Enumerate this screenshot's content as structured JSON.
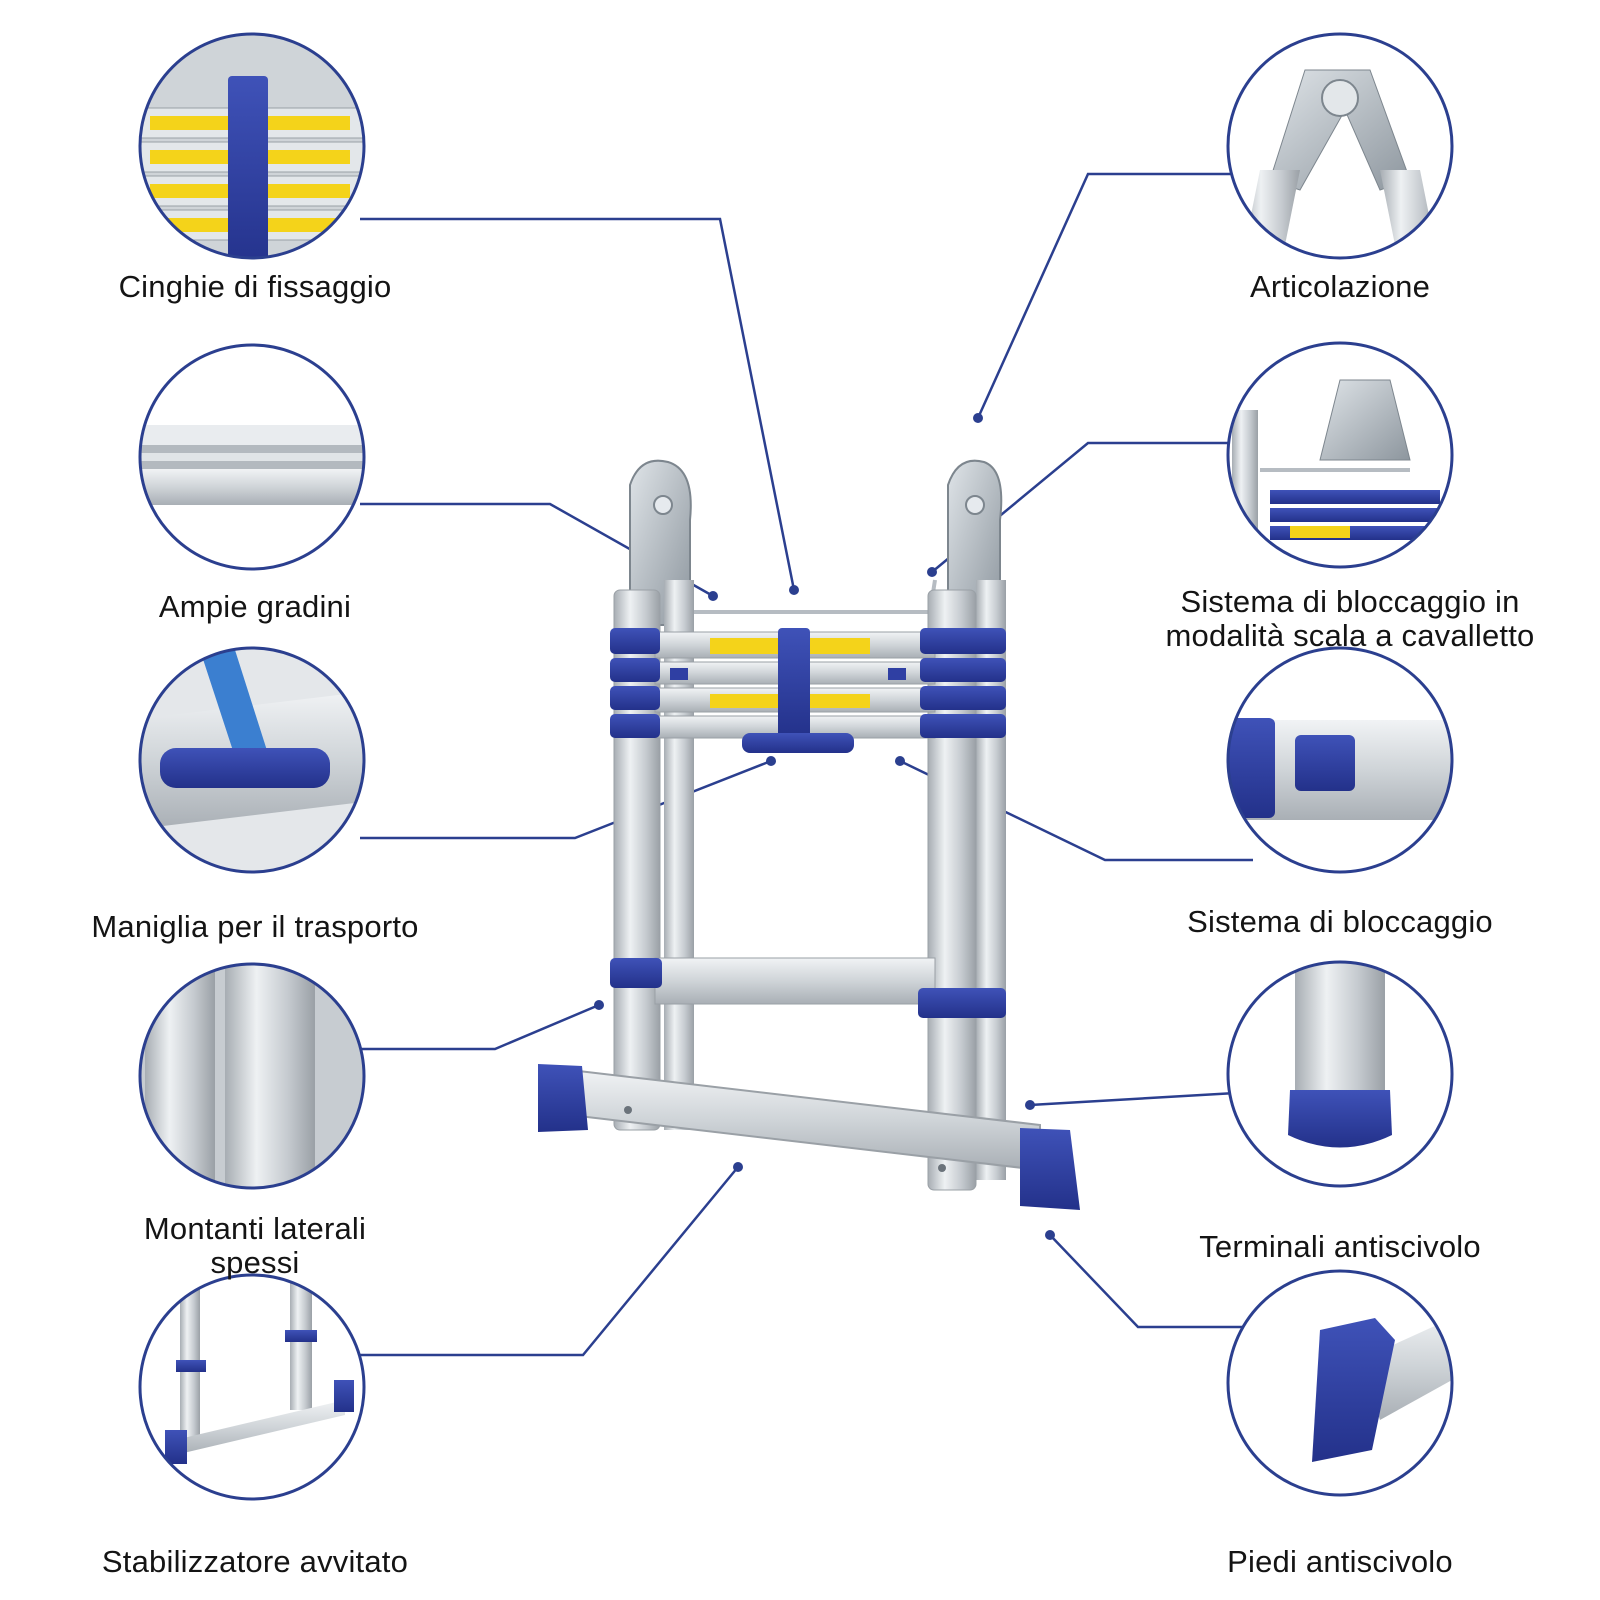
{
  "colors": {
    "accent": "#2b3f8f",
    "part_blue": "#2f3fa3",
    "aluminium": "#c9ced3",
    "warning_yellow": "#f4d31a"
  },
  "diagram": {
    "center_object": "telescopic-step-ladder",
    "callouts": [
      {
        "id": "cinghie",
        "label": "Cinghie di fissaggio",
        "icon": "strap-detail"
      },
      {
        "id": "gradini",
        "label": "Ampie gradini",
        "icon": "step-profile"
      },
      {
        "id": "maniglia",
        "label": "Maniglia per il trasporto",
        "icon": "handle-detail"
      },
      {
        "id": "montanti",
        "label": "Montanti laterali spessi",
        "icon": "tube-detail"
      },
      {
        "id": "stabil",
        "label": "Stabilizzatore avvitato",
        "icon": "stabilizer-detail"
      },
      {
        "id": "artic",
        "label": "Articolazione",
        "icon": "hinge-detail"
      },
      {
        "id": "sistcav",
        "label": "Sistema di bloccaggio in modalità scala a cavalletto",
        "icon": "lock-hinge-detail"
      },
      {
        "id": "sistema",
        "label": "Sistema di bloccaggio",
        "icon": "lock-button-detail"
      },
      {
        "id": "terminali",
        "label": "Terminali antiscivolo",
        "icon": "end-cap-detail"
      },
      {
        "id": "piedi",
        "label": "Piedi antiscivolo",
        "icon": "foot-detail"
      }
    ]
  }
}
